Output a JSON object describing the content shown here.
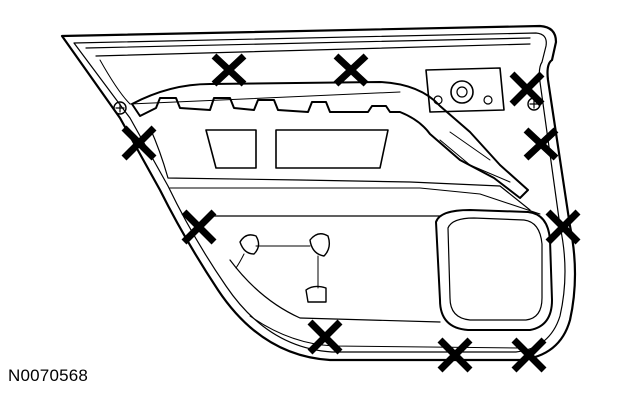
{
  "figure": {
    "reference_code": "N0070568",
    "subject": "door-trim-panel-rear",
    "marker_symbol": "x-mark",
    "marker_count": 10,
    "line_color": "#000000",
    "background_color": "#ffffff"
  }
}
